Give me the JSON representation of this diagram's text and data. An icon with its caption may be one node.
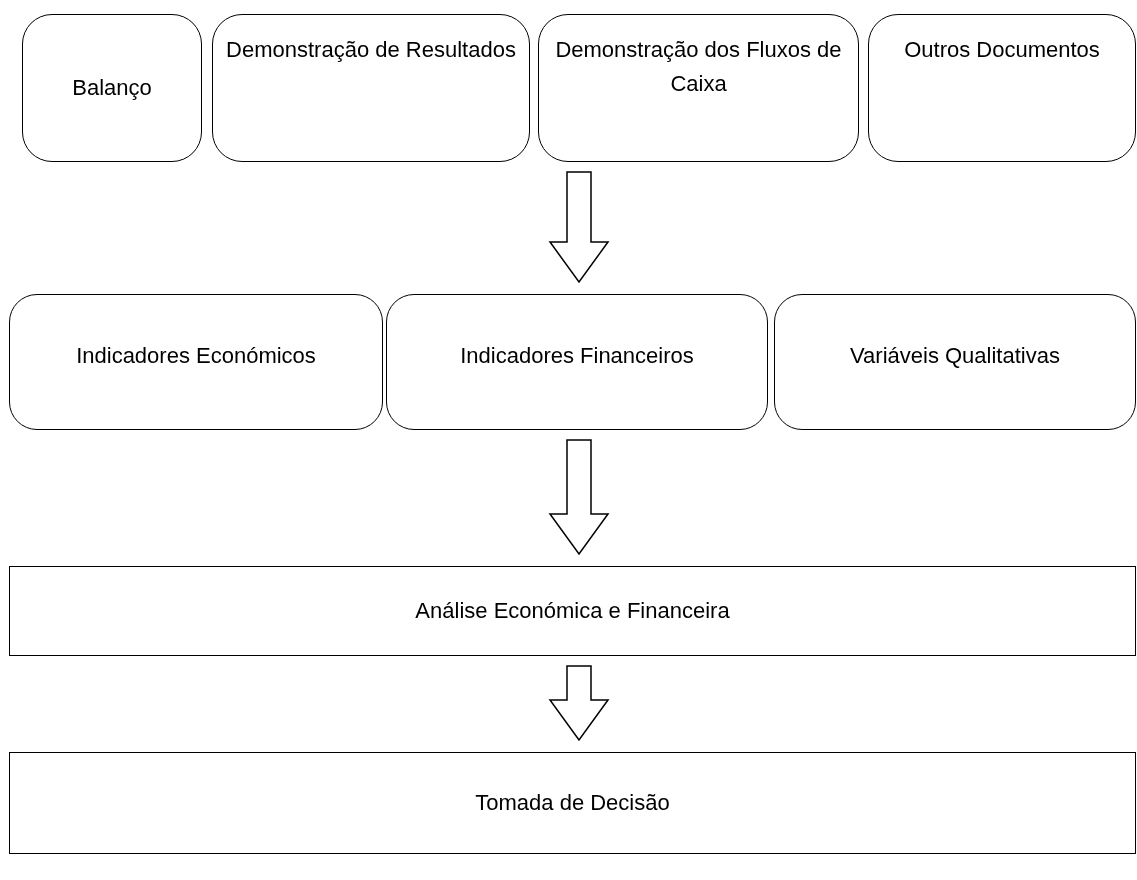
{
  "diagram": {
    "nodes": [
      {
        "text": [
          "Balanço"
        ]
      },
      {
        "text": [
          "Demonstração de Resultados"
        ]
      },
      {
        "text": [
          "Demonstração dos Fluxos de Caixa"
        ]
      },
      {
        "text": [
          "Outros Documentos"
        ]
      },
      {
        "text": [
          "Indicadores Económicos"
        ]
      },
      {
        "text": [
          "Indicadores Financeiros"
        ]
      },
      {
        "text": [
          "Variáveis Qualitativas"
        ]
      },
      {
        "text": [
          "Análise Económica e Financeira"
        ]
      },
      {
        "text": [
          "Tomada de Decisão"
        ]
      }
    ],
    "edges": [
      {
        "from": 2,
        "to": 5,
        "arrow": "to"
      },
      {
        "from": 5,
        "to": 7,
        "arrow": "to"
      },
      {
        "from": 7,
        "to": 8,
        "arrow": "to"
      }
    ]
  }
}
